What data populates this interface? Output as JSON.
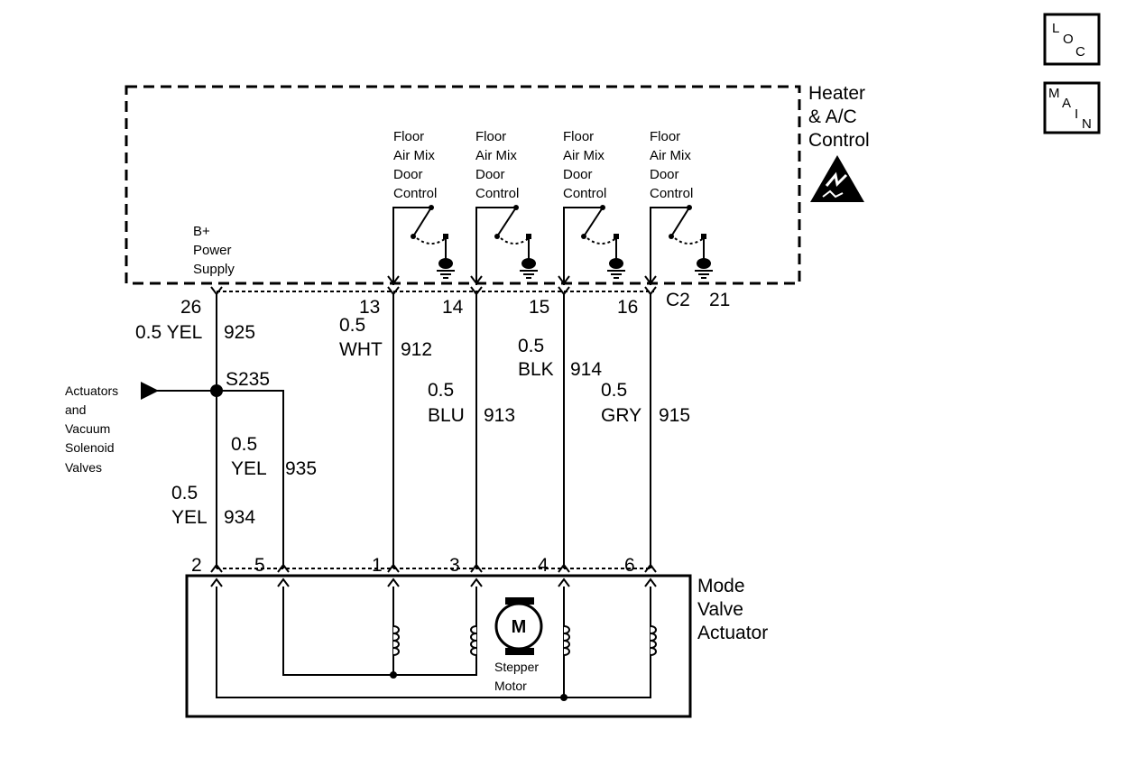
{
  "heater_control": {
    "title_lines": [
      "Heater",
      "& A/C",
      "Control"
    ],
    "power_supply_lines": [
      "B+",
      "Power",
      "Supply"
    ],
    "door_controls": [
      {
        "lines": [
          "Floor",
          "Air Mix",
          "Door",
          "Control"
        ]
      },
      {
        "lines": [
          "Floor",
          "Air Mix",
          "Door",
          "Control"
        ]
      },
      {
        "lines": [
          "Floor",
          "Air Mix",
          "Door",
          "Control"
        ]
      },
      {
        "lines": [
          "Floor",
          "Air Mix",
          "Door",
          "Control"
        ]
      }
    ],
    "connector_name": "C2",
    "connector_pin_count": "21",
    "pins": [
      "26",
      "13",
      "14",
      "15",
      "16"
    ]
  },
  "wires": {
    "w925": {
      "size": "0.5",
      "color": "YEL",
      "circuit": "925",
      "line1": "0.5 YEL"
    },
    "w912": {
      "size": "0.5",
      "color": "WHT",
      "circuit": "912"
    },
    "w913": {
      "size": "0.5",
      "color": "BLU",
      "circuit": "913"
    },
    "w914": {
      "size": "0.5",
      "color": "BLK",
      "circuit": "914"
    },
    "w915": {
      "size": "0.5",
      "color": "GRY",
      "circuit": "915"
    },
    "w935": {
      "size": "0.5",
      "color": "YEL",
      "circuit": "935"
    },
    "w934": {
      "size": "0.5",
      "color": "YEL",
      "circuit": "934"
    }
  },
  "splice": {
    "name": "S235"
  },
  "actuators_ref": {
    "lines": [
      "Actuators",
      "and",
      "Vacuum",
      "Solenoid",
      "Valves"
    ]
  },
  "mode_valve": {
    "title_lines": [
      "Mode",
      "Valve",
      "Actuator"
    ],
    "pins": [
      "2",
      "5",
      "1",
      "3",
      "4",
      "6"
    ],
    "motor_symbol": "M",
    "motor_label_lines": [
      "Stepper",
      "Motor"
    ]
  },
  "nav": {
    "loc": {
      "l": "L",
      "o": "O",
      "c": "C"
    },
    "main": {
      "m": "M",
      "a": "A",
      "i": "I",
      "n": "N"
    }
  }
}
